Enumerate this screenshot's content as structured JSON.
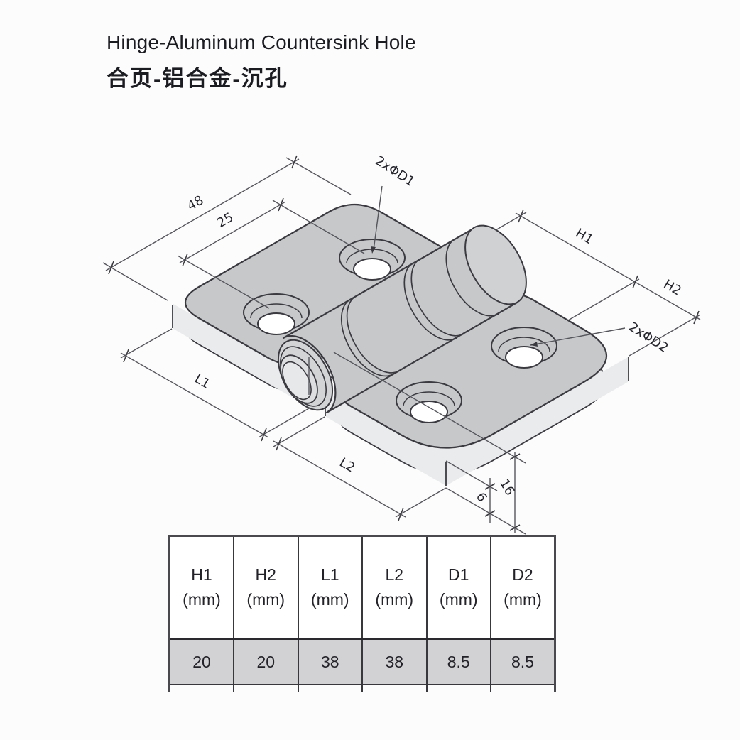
{
  "title": {
    "line1_en": "Hinge-Aluminum Countersink Hole",
    "line2_zh": "合页-铝合金-沉孔"
  },
  "drawing": {
    "type": "isometric-engineering-drawing",
    "part": "aluminum countersink hinge",
    "dimension_labels": {
      "length_overall": "48",
      "hole_spacing": "25",
      "top_holes": "2xΦD1",
      "height1": "H1",
      "height2": "H2",
      "side_holes": "2xΦD2",
      "leaf1_width": "L1",
      "leaf2_width": "L2",
      "plate_thickness": "6",
      "barrel_height": "16"
    }
  },
  "spec_table": {
    "columns": [
      {
        "name": "H1",
        "unit": "(mm)"
      },
      {
        "name": "H2",
        "unit": "(mm)"
      },
      {
        "name": "L1",
        "unit": "(mm)"
      },
      {
        "name": "L2",
        "unit": "(mm)"
      },
      {
        "name": "D1",
        "unit": "(mm)"
      },
      {
        "name": "D2",
        "unit": "(mm)"
      }
    ],
    "row": [
      "20",
      "20",
      "38",
      "38",
      "8.5",
      "8.5"
    ]
  },
  "colors": {
    "plate_top": "#c6c8ca",
    "plate_side": "#eaebed",
    "outline": "#3a3a40",
    "dim_line": "#55555c",
    "table_value_bg": "#d2d2d4",
    "text": "#1b1b22"
  }
}
